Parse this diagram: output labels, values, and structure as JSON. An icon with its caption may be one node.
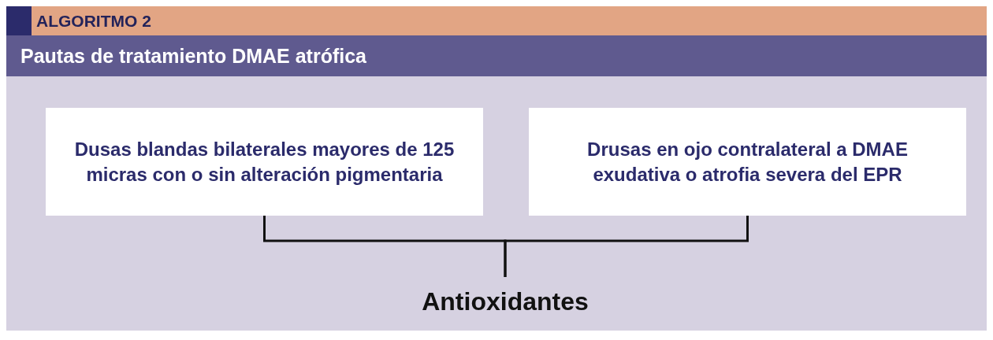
{
  "diagram": {
    "title": "Pautas de tratamiento DMAE atrófica",
    "labels": [
      "ALGORITMO 2"
    ],
    "nodes": [
      {
        "text": [
          "Dusas blandas bilaterales mayores de 125 micras con o sin alteración pigmentaria"
        ]
      },
      {
        "text": [
          "Drusas en ojo contralateral a DMAE exudativa o atrofia severa del EPR"
        ]
      },
      {
        "text": [
          "Antioxidantes"
        ]
      }
    ],
    "edges": [
      {
        "from": 0,
        "to": 2,
        "arrow": "none"
      },
      {
        "from": 1,
        "to": 2,
        "arrow": "none"
      }
    ]
  }
}
